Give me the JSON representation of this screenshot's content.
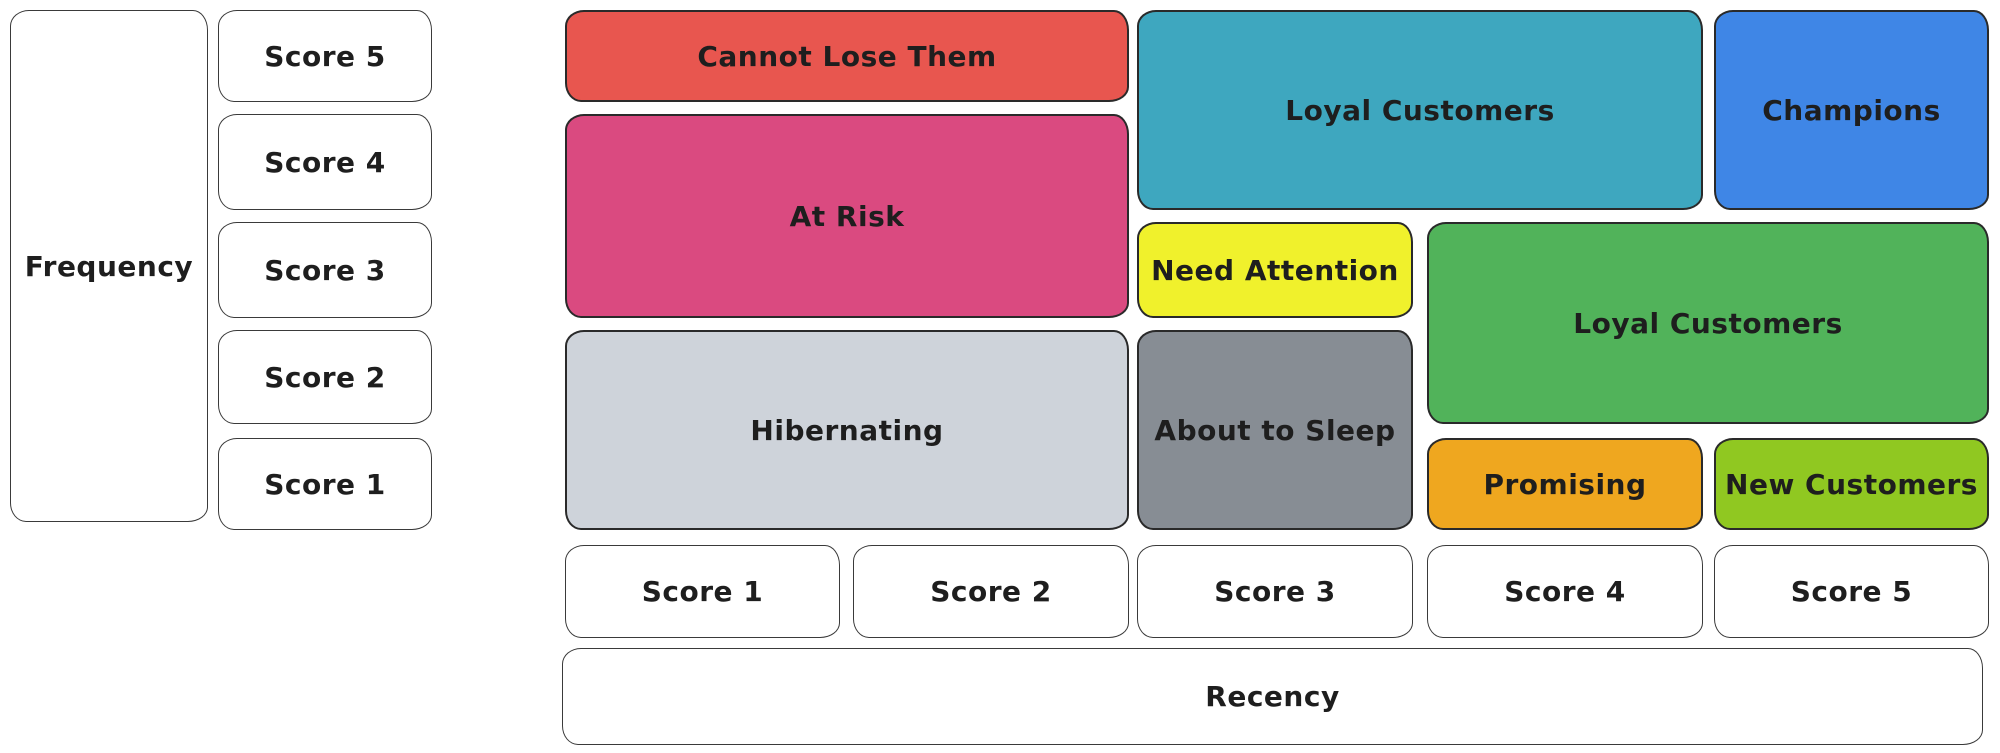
{
  "theme": {
    "background": "#ffffff",
    "ink": "#1e1e1e"
  },
  "axes": {
    "frequency_label": "Frequency",
    "recency_label": "Recency"
  },
  "frequency_scores": [
    {
      "label": "Score 5",
      "row": 5
    },
    {
      "label": "Score 4",
      "row": 4
    },
    {
      "label": "Score 3",
      "row": 3
    },
    {
      "label": "Score 2",
      "row": 2
    },
    {
      "label": "Score 1",
      "row": 1
    }
  ],
  "recency_scores": [
    {
      "label": "Score 1",
      "col": 1
    },
    {
      "label": "Score 2",
      "col": 2
    },
    {
      "label": "Score 3",
      "col": 3
    },
    {
      "label": "Score 4",
      "col": 4
    },
    {
      "label": "Score 5",
      "col": 5
    }
  ],
  "segments": [
    {
      "label": "Cannot Lose Them",
      "color": "#e8564f",
      "recency": [
        1,
        2
      ],
      "frequency": [
        5,
        5
      ]
    },
    {
      "label": "At Risk",
      "color": "#da4a80",
      "recency": [
        1,
        2
      ],
      "frequency": [
        3,
        4
      ]
    },
    {
      "label": "Hibernating",
      "color": "#ced3da",
      "recency": [
        1,
        2
      ],
      "frequency": [
        1,
        2
      ]
    },
    {
      "label": "Loyal Customers",
      "color": "#3ea7bf",
      "recency": [
        3,
        4
      ],
      "frequency": [
        4,
        5
      ]
    },
    {
      "label": "Champions",
      "color": "#3f86e6",
      "recency": [
        5,
        5
      ],
      "frequency": [
        4,
        5
      ]
    },
    {
      "label": "Need Attention",
      "color": "#f0f12c",
      "recency": [
        3,
        3
      ],
      "frequency": [
        3,
        3
      ]
    },
    {
      "label": "Loyal Customers",
      "color": "#51b35a",
      "recency": [
        4,
        5
      ],
      "frequency": [
        2,
        3
      ]
    },
    {
      "label": "About to Sleep",
      "color": "#878d94",
      "recency": [
        3,
        3
      ],
      "frequency": [
        1,
        2
      ]
    },
    {
      "label": "Promising",
      "color": "#efa71f",
      "recency": [
        4,
        4
      ],
      "frequency": [
        1,
        1
      ]
    },
    {
      "label": "New Customers",
      "color": "#90c821",
      "recency": [
        5,
        5
      ],
      "frequency": [
        1,
        1
      ]
    }
  ]
}
